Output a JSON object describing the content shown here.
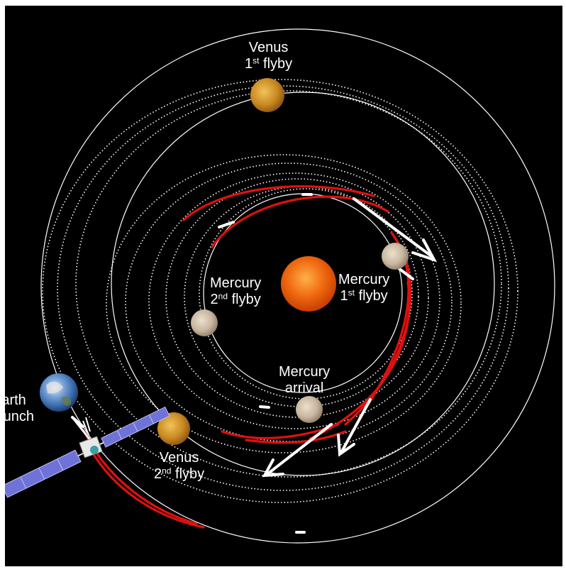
{
  "labels": {
    "venus_1": {
      "line1": "Venus",
      "ordinal": "1",
      "suffix": "st",
      "word": "flyby"
    },
    "mercury_1": {
      "line1": "Mercury",
      "ordinal": "1",
      "suffix": "st",
      "word": "flyby"
    },
    "mercury_2": {
      "line1": "Mercury",
      "ordinal": "2",
      "suffix": "nd",
      "word": "flyby"
    },
    "mercury_arrival": {
      "line1": "Mercury",
      "line2": "arrival"
    },
    "earth_launch": {
      "line1": "Earth",
      "line2": "launch"
    },
    "venus_2": {
      "line1": "Venus",
      "ordinal": "2",
      "suffix": "nd",
      "word": "flyby"
    }
  },
  "colors": {
    "background": "#000000",
    "orbit_white": "#ffffff",
    "trajectory_red": "#e01010",
    "sun": "#f06a10",
    "venus": "#c98a22",
    "mercury": "#c8b6a0",
    "earth": "#3c6fb0",
    "solar_panel": "#6f73d8"
  }
}
